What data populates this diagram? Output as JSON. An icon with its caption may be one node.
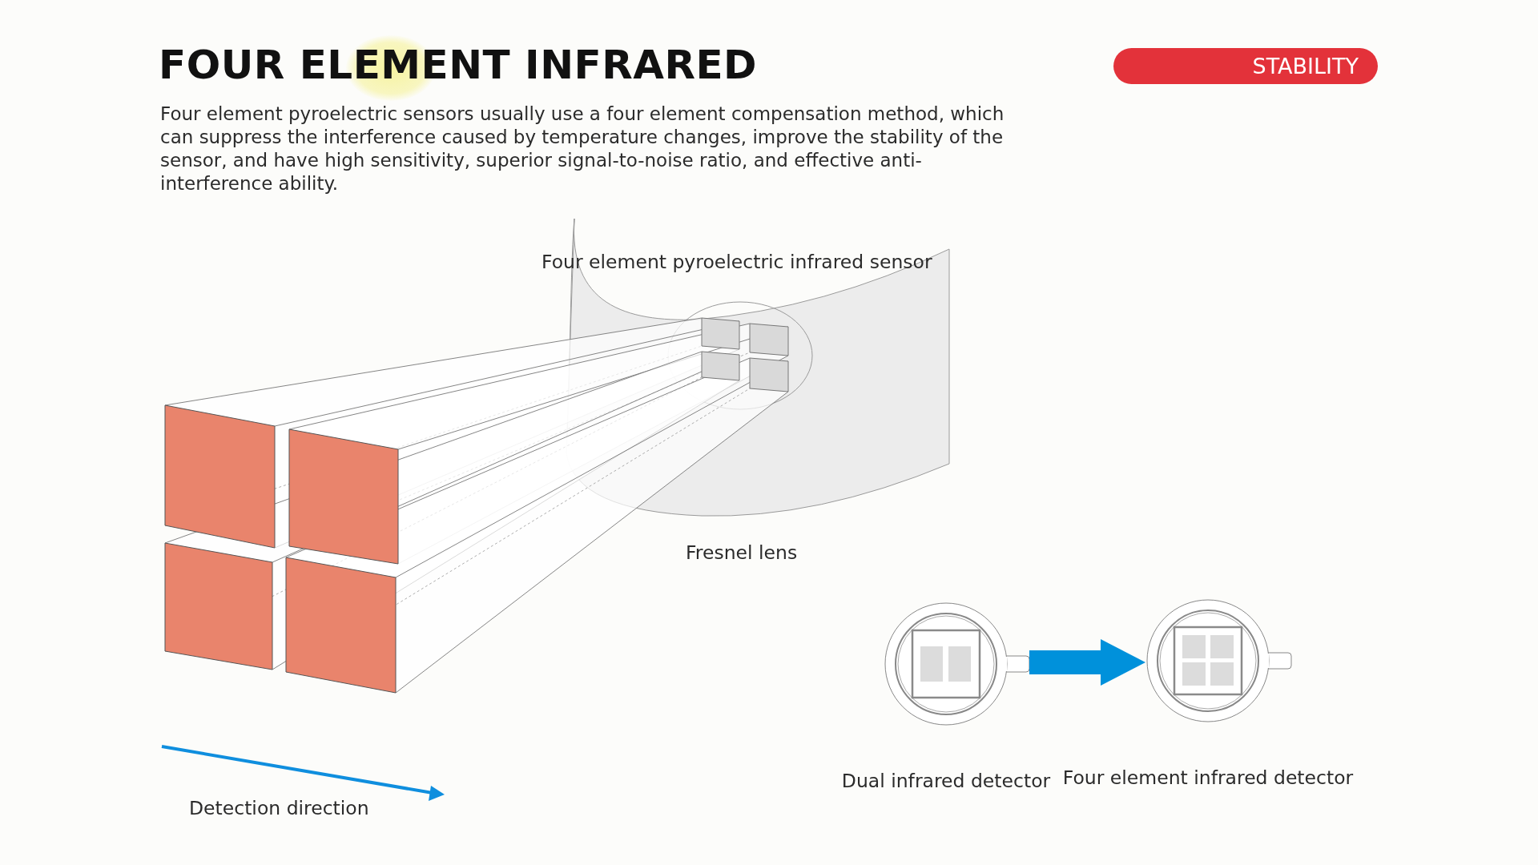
{
  "diagram": {
    "title": "FOUR ELEMENT INFRARED",
    "nodes": [
      {
        "text": [
          "STABILITY"
        ]
      },
      {
        "text": [],
        "shape": "picture",
        "beside": [
          "Dual infrared detector"
        ]
      },
      {
        "text": [],
        "shape": "picture",
        "beside": [
          "Four element infrared detector"
        ]
      }
    ],
    "edges": [
      {
        "from": 1,
        "to": 2,
        "arrow": "to"
      }
    ],
    "labels": [
      "Four element pyroelectric sensors usually use a four element compensation method, which can suppress the interference caused by temperature changes, improve the stability of the sensor, and have high sensitivity, superior signal-to-noise ratio, and effective anti-interference ability.",
      "Four element pyroelectric infrared sensor",
      "Fresnel lens",
      "Detection direction"
    ]
  }
}
